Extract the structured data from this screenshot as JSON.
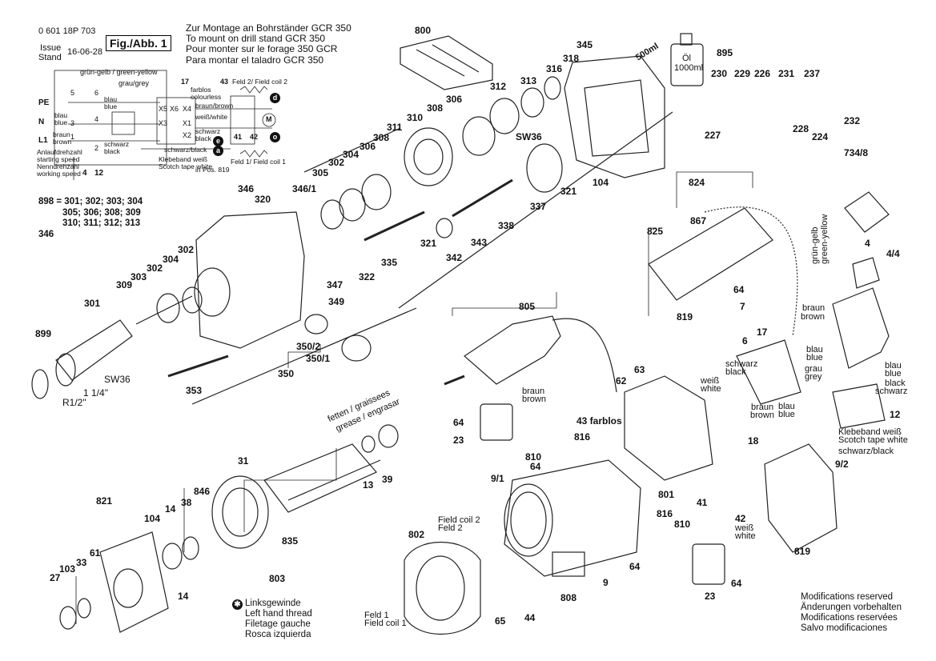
{
  "header": {
    "part_number": "0 601 18P 703",
    "issue_label": "Issue",
    "stand_label": "Stand",
    "date": "16-06-28",
    "figure": "Fig./Abb. 1",
    "mount_lines": [
      "Zur Montage an Bohrständer GCR 350",
      "To mount on drill stand GCR 350",
      "Pour monter sur le forage 350 GCR",
      "Para montar el taladro GCR 350"
    ]
  },
  "wiring": {
    "labels": [
      "grün-gelb / green-yellow",
      "grau/grey",
      "PE",
      "N",
      "L1",
      "blau",
      "blue",
      "braun",
      "brown",
      "blau",
      "blue",
      "schwarz",
      "black",
      "X5",
      "X6",
      "X4",
      "X3",
      "X1",
      "X2",
      "17",
      "farblos",
      "colourless",
      "43",
      "Feld 2/ Field coil 2",
      "braun/brown",
      "weiß/white",
      "schwarz",
      "black",
      "schwarz/black",
      "41",
      "42",
      "M",
      "Klebeband weiß",
      "Scotch tape white",
      "in Pos. 819",
      "Feld 1/ Field coil 1",
      "Anlaufdrehzahl",
      "starting speed",
      "Nenndrehzahl",
      "working speed",
      "4",
      "12",
      "5",
      "6",
      "3",
      "4",
      "1",
      "2",
      "d",
      "o",
      "e",
      "a"
    ]
  },
  "kit": {
    "lines": [
      "898 = 301; 302; 303; 304",
      "305; 306; 308; 309",
      "310; 311; 312; 313",
      "346"
    ]
  },
  "parts": [
    {
      "n": "800"
    },
    {
      "n": "345"
    },
    {
      "n": "895"
    },
    {
      "n": "500ml"
    },
    {
      "n": "Öl"
    },
    {
      "n": "1000ml"
    },
    {
      "n": "313"
    },
    {
      "n": "316"
    },
    {
      "n": "318"
    },
    {
      "n": "312"
    },
    {
      "n": "306"
    },
    {
      "n": "308"
    },
    {
      "n": "310"
    },
    {
      "n": "311"
    },
    {
      "n": "SW36"
    },
    {
      "n": "230"
    },
    {
      "n": "229"
    },
    {
      "n": "226"
    },
    {
      "n": "231"
    },
    {
      "n": "237"
    },
    {
      "n": "227"
    },
    {
      "n": "228"
    },
    {
      "n": "224"
    },
    {
      "n": "232"
    },
    {
      "n": "734/8"
    },
    {
      "n": "305"
    },
    {
      "n": "302"
    },
    {
      "n": "304"
    },
    {
      "n": "306"
    },
    {
      "n": "308"
    },
    {
      "n": "346"
    },
    {
      "n": "320"
    },
    {
      "n": "346/1"
    },
    {
      "n": "321"
    },
    {
      "n": "104"
    },
    {
      "n": "337"
    },
    {
      "n": "338"
    },
    {
      "n": "321"
    },
    {
      "n": "343"
    },
    {
      "n": "342"
    },
    {
      "n": "335"
    },
    {
      "n": "322"
    },
    {
      "n": "302"
    },
    {
      "n": "304"
    },
    {
      "n": "303"
    },
    {
      "n": "302"
    },
    {
      "n": "309"
    },
    {
      "n": "301"
    },
    {
      "n": "347"
    },
    {
      "n": "349"
    },
    {
      "n": "350/2"
    },
    {
      "n": "350/1"
    },
    {
      "n": "350"
    },
    {
      "n": "353"
    },
    {
      "n": "899"
    },
    {
      "n": "SW36"
    },
    {
      "n": "1 1/4\""
    },
    {
      "n": "R1/2\""
    },
    {
      "n": "824"
    },
    {
      "n": "867"
    },
    {
      "n": "825"
    },
    {
      "n": "819"
    },
    {
      "n": "64"
    },
    {
      "n": "7"
    },
    {
      "n": "6"
    },
    {
      "n": "4"
    },
    {
      "n": "4/4"
    },
    {
      "n": "805"
    },
    {
      "n": "62"
    },
    {
      "n": "63"
    },
    {
      "n": "17"
    },
    {
      "n": "12"
    },
    {
      "n": "64"
    },
    {
      "n": "23"
    },
    {
      "n": "43 farblos"
    },
    {
      "n": "816"
    },
    {
      "n": "810"
    },
    {
      "n": "64"
    },
    {
      "n": "9/1"
    },
    {
      "n": "801"
    },
    {
      "n": "41"
    },
    {
      "n": "42"
    },
    {
      "n": "816"
    },
    {
      "n": "810"
    },
    {
      "n": "64"
    },
    {
      "n": "18"
    },
    {
      "n": "9/2"
    },
    {
      "n": "819"
    },
    {
      "n": "23"
    },
    {
      "n": "64"
    },
    {
      "n": "9"
    },
    {
      "n": "808"
    },
    {
      "n": "802"
    },
    {
      "n": "65"
    },
    {
      "n": "44"
    },
    {
      "n": "31"
    },
    {
      "n": "13"
    },
    {
      "n": "39"
    },
    {
      "n": "821"
    },
    {
      "n": "846"
    },
    {
      "n": "104"
    },
    {
      "n": "14"
    },
    {
      "n": "38"
    },
    {
      "n": "835"
    },
    {
      "n": "803"
    },
    {
      "n": "14"
    },
    {
      "n": "61"
    },
    {
      "n": "33"
    },
    {
      "n": "103"
    },
    {
      "n": "27"
    }
  ],
  "wire_labels": {
    "gruengelb": "grün-gelb",
    "greenyellow": "green-yellow",
    "braun1": "braun",
    "brown1": "brown",
    "blau1": "blau",
    "blue1": "blue",
    "grau": "grau",
    "grey": "grey",
    "blau2": "blau",
    "blue2": "blue",
    "black_sw": "black",
    "schwarz_sw": "schwarz",
    "schwarz1": "schwarz",
    "black1": "black",
    "weiss1": "weiß",
    "white1": "white",
    "braun2": "braun",
    "brown2": "brown",
    "blau3": "blau",
    "blue3": "blue",
    "klebeband": "Klebeband weiß",
    "scotch": "Scotch tape white",
    "schwarzblack": "schwarz/black",
    "braun3": "braun",
    "brown3": "brown",
    "field2a": "Field coil 2",
    "field2b": "Feld 2",
    "field1a": "Feld 1",
    "field1b": "Field coil 1",
    "weiss2": "weiß",
    "white2": "white",
    "fetten": "fetten / graissees",
    "grease": "grease / engrasar"
  },
  "legend": {
    "lines": [
      "Linksgewinde",
      "Left hand thread",
      "Filetage gauche",
      "Rosca izquierda"
    ]
  },
  "footer": {
    "lines": [
      "Modifications reserved",
      "Änderungen vorbehalten",
      "Modifications reservées",
      "Salvo modificaciones"
    ]
  }
}
